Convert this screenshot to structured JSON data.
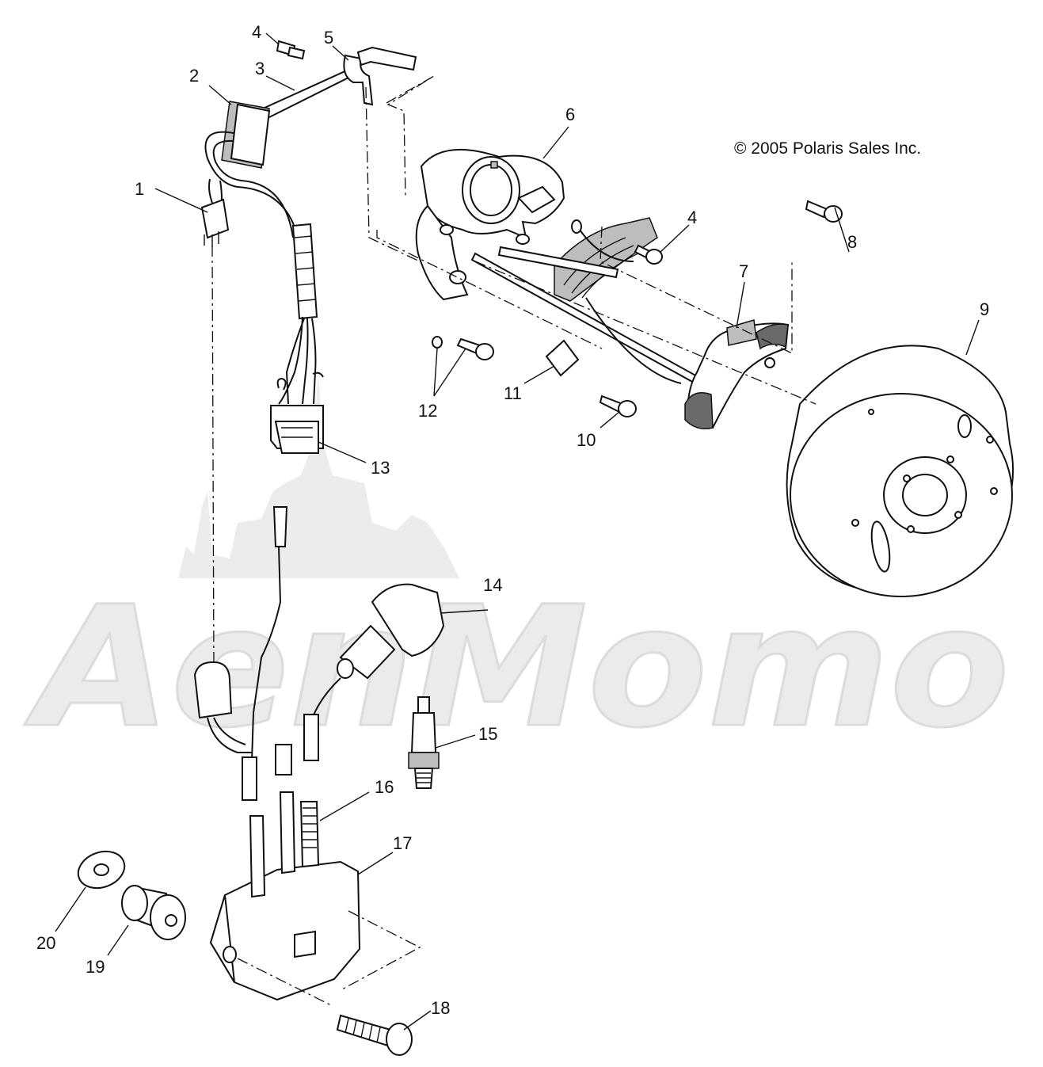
{
  "copyright": "© 2005 Polaris Sales Inc.",
  "watermark": "AenMomo",
  "callouts": [
    {
      "id": "1",
      "label": "1"
    },
    {
      "id": "2",
      "label": "2"
    },
    {
      "id": "3",
      "label": "3"
    },
    {
      "id": "4a",
      "label": "4"
    },
    {
      "id": "5",
      "label": "5"
    },
    {
      "id": "6",
      "label": "6"
    },
    {
      "id": "4b",
      "label": "4"
    },
    {
      "id": "7",
      "label": "7"
    },
    {
      "id": "8",
      "label": "8"
    },
    {
      "id": "9",
      "label": "9"
    },
    {
      "id": "10",
      "label": "10"
    },
    {
      "id": "11",
      "label": "11"
    },
    {
      "id": "12",
      "label": "12"
    },
    {
      "id": "13",
      "label": "13"
    },
    {
      "id": "14",
      "label": "14"
    },
    {
      "id": "15",
      "label": "15"
    },
    {
      "id": "16",
      "label": "16"
    },
    {
      "id": "17",
      "label": "17"
    },
    {
      "id": "18",
      "label": "18"
    },
    {
      "id": "19",
      "label": "19"
    },
    {
      "id": "20",
      "label": "20"
    }
  ]
}
